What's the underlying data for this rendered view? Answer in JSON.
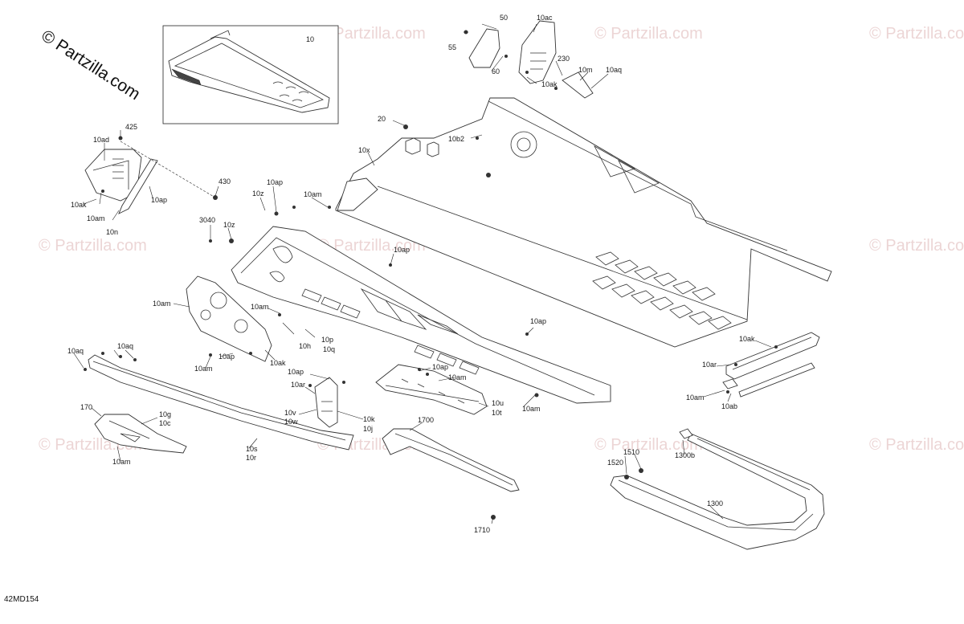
{
  "watermark": {
    "main_text": "© Partzilla.com",
    "tile_text": "© Partzilla.com",
    "color": "#e6c8c8"
  },
  "diagram_id": "42MD154",
  "labels": {
    "l10": "10",
    "l50": "50",
    "l55": "55",
    "l60": "60",
    "l10ac": "10ac",
    "l230": "230",
    "l10m": "10m",
    "l10aq_top": "10aq",
    "l10ak_top": "10ak",
    "l20": "20",
    "l10b2": "10b2",
    "l10x": "10x",
    "l425": "425",
    "l10ad": "10ad",
    "l10ak_left": "10ak",
    "l10am_left": "10am",
    "l10n": "10n",
    "l10ap_left": "10ap",
    "l430": "430",
    "l10ap_mid": "10ap",
    "l10z": "10z",
    "l10am_mid": "10am",
    "l3040": "3040",
    "l10zb": "10z",
    "l10ap_c": "10ap",
    "l10am_plate": "10am",
    "l10am_c": "10am",
    "l10p": "10p",
    "l10q": "10q",
    "l10h": "10h",
    "l10ap_plate": "10ap",
    "l10am_plate2": "10am",
    "l10ak_plate": "10ak",
    "l10aq_l": "10aq",
    "l10aq_l2": "10aq",
    "l10ap_r": "10ap",
    "l10ak_r": "10ak",
    "l10ar_r": "10ar",
    "l10am_r": "10am",
    "l10ab": "10ab",
    "l10ap_br": "10ap",
    "l10am_br": "10am",
    "l10u": "10u",
    "l10t": "10t",
    "l10am_br2": "10am",
    "l10ap_b": "10ap",
    "l10ar_b": "10ar",
    "l10v": "10v",
    "l10w": "10w",
    "l10k": "10k",
    "l10j": "10j",
    "l170": "170",
    "l10g": "10g",
    "l10c": "10c",
    "l10am_bl": "10am",
    "l10s": "10s",
    "l10r": "10r",
    "l1700": "1700",
    "l1710": "1710",
    "l1510": "1510",
    "l1520": "1520",
    "l1300b": "1300b",
    "l1300": "1300"
  }
}
